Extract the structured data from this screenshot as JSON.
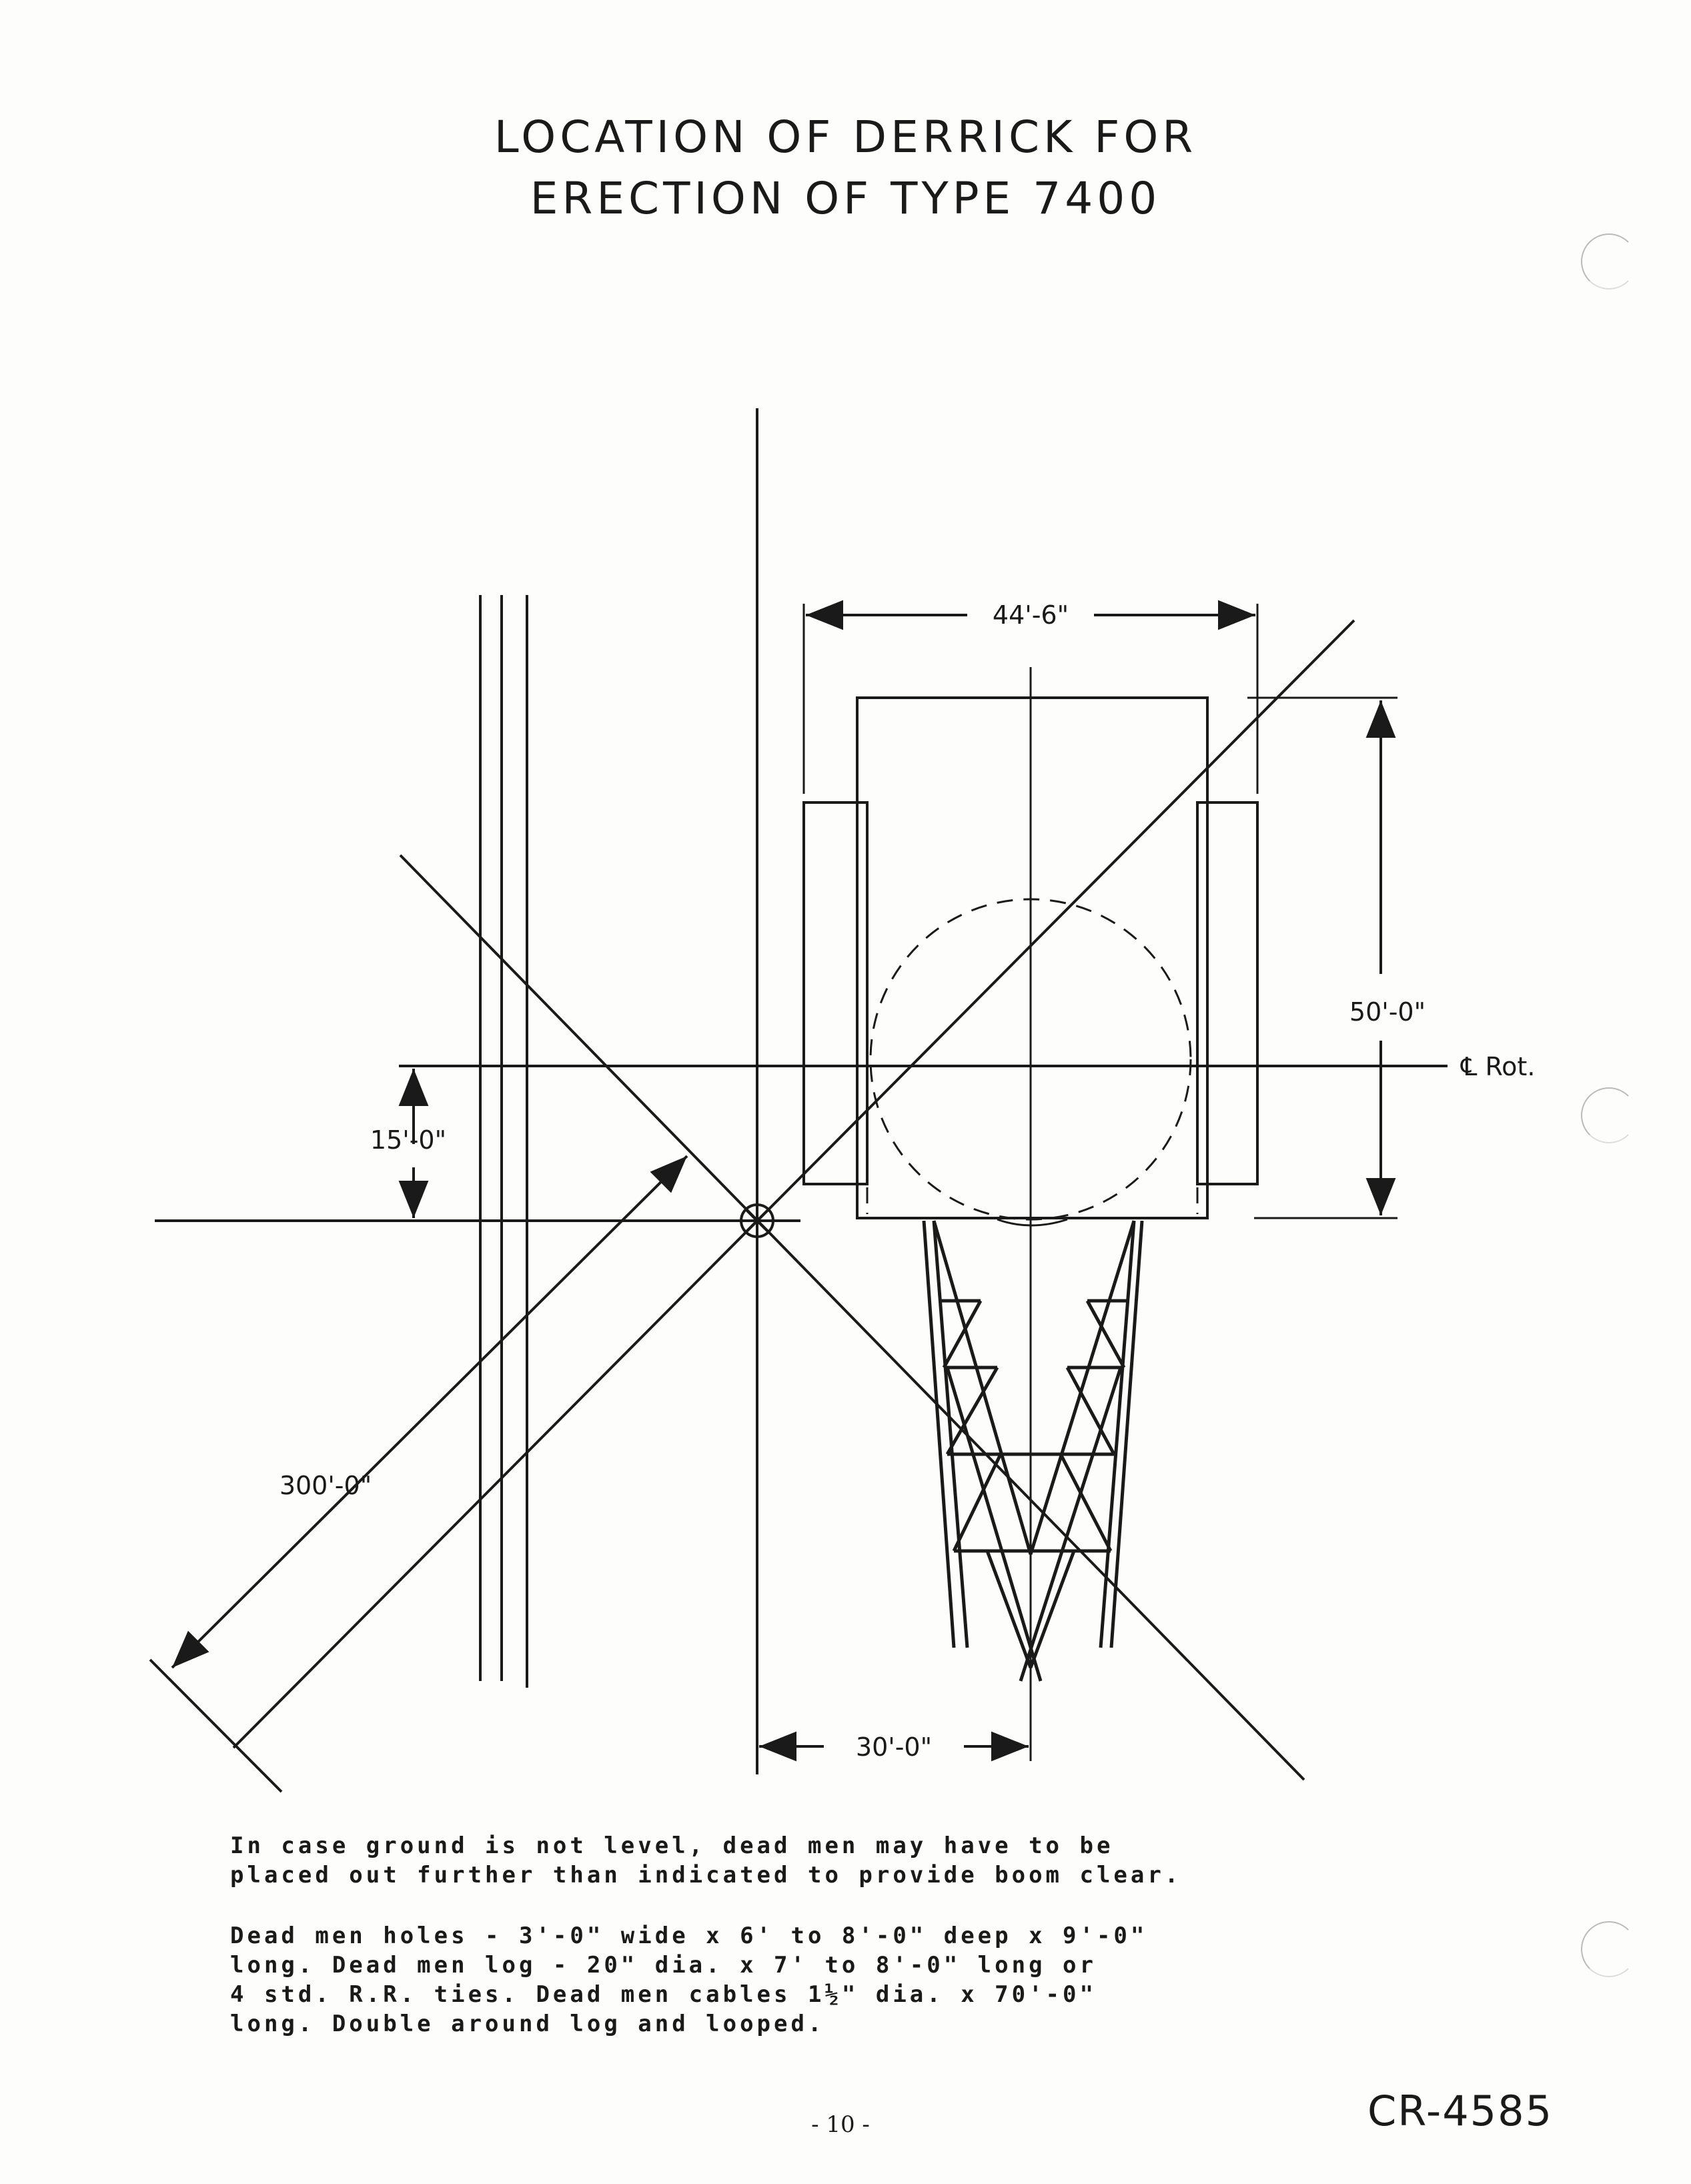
{
  "title": {
    "line1": "LOCATION OF DERRICK FOR",
    "line2": "ERECTION OF TYPE 7400"
  },
  "dimensions": {
    "top_width": "44'-6\"",
    "height": "50'-0\"",
    "centerline": "℄ Rot.",
    "offset": "15'-0\"",
    "diagonal": "300'-0\"",
    "base": "30'-0\""
  },
  "notes": {
    "note1": "In case ground is not level, dead men may have to be\nplaced out further than indicated to provide boom clear.",
    "note2": "Dead men holes - 3'-0\" wide x 6' to 8'-0\" deep x 9'-0\"\nlong.  Dead men log - 20\" dia. x 7' to 8'-0\" long or\n4 std. R.R. ties.  Dead men cables 1½\" dia. x 70'-0\"\nlong.  Double around log and looped."
  },
  "footer": {
    "page_number": "- 10 -",
    "doc_id": "CR-4585"
  }
}
